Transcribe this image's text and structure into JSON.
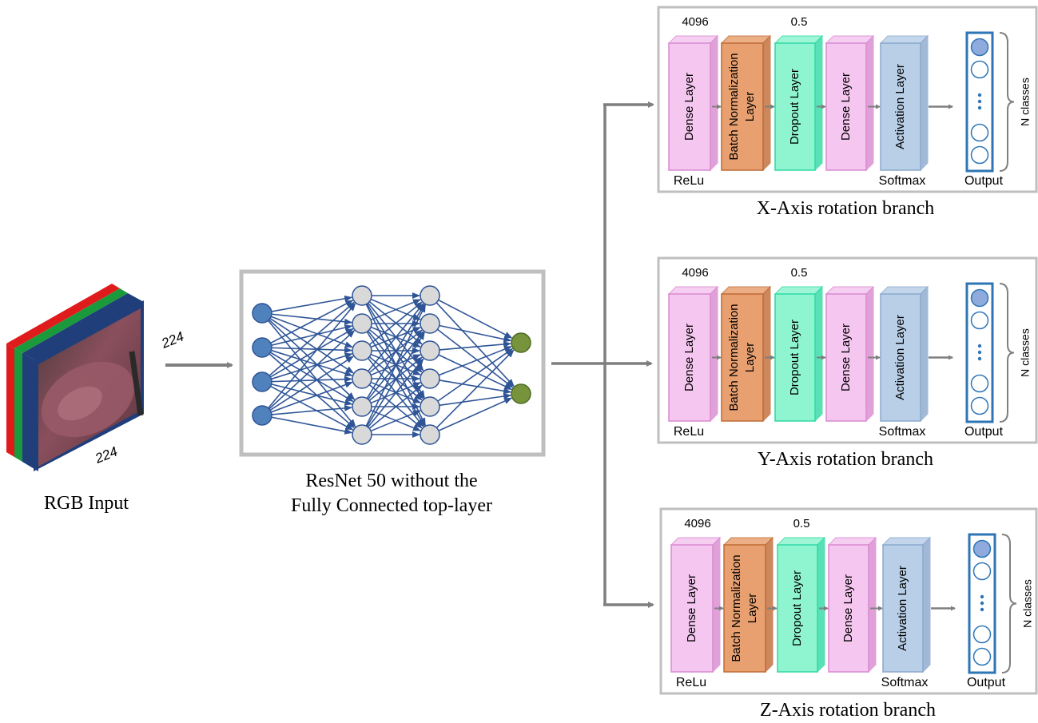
{
  "input": {
    "caption": "RGB Input",
    "dim_width": "224",
    "dim_height": "224"
  },
  "backbone": {
    "caption_line1": "ResNet 50 without the",
    "caption_line2": "Fully Connected top-layer"
  },
  "layer_labels": {
    "dense": "Dense Layer",
    "batchnorm_line1": "Batch Normalization",
    "batchnorm_line2": "Layer",
    "dropout": "Dropout Layer",
    "activation": "Activation Layer",
    "units": "4096",
    "rate": "0.5",
    "relu": "ReLu",
    "softmax": "Softmax",
    "output": "Output",
    "n_classes": "N classes"
  },
  "branches": [
    {
      "title": "X-Axis rotation branch"
    },
    {
      "title": "Y-Axis rotation branch"
    },
    {
      "title": "Z-Axis rotation branch"
    }
  ],
  "colors": {
    "dense": "#f5c6f0",
    "batchnorm": "#e8a070",
    "dropout": "#8ff5d0",
    "activation": "#b9cfe8",
    "node_input": "#4f81bd",
    "node_hidden": "#d9d9d9",
    "node_output": "#77933c",
    "arrow": "#7f7f7f"
  }
}
